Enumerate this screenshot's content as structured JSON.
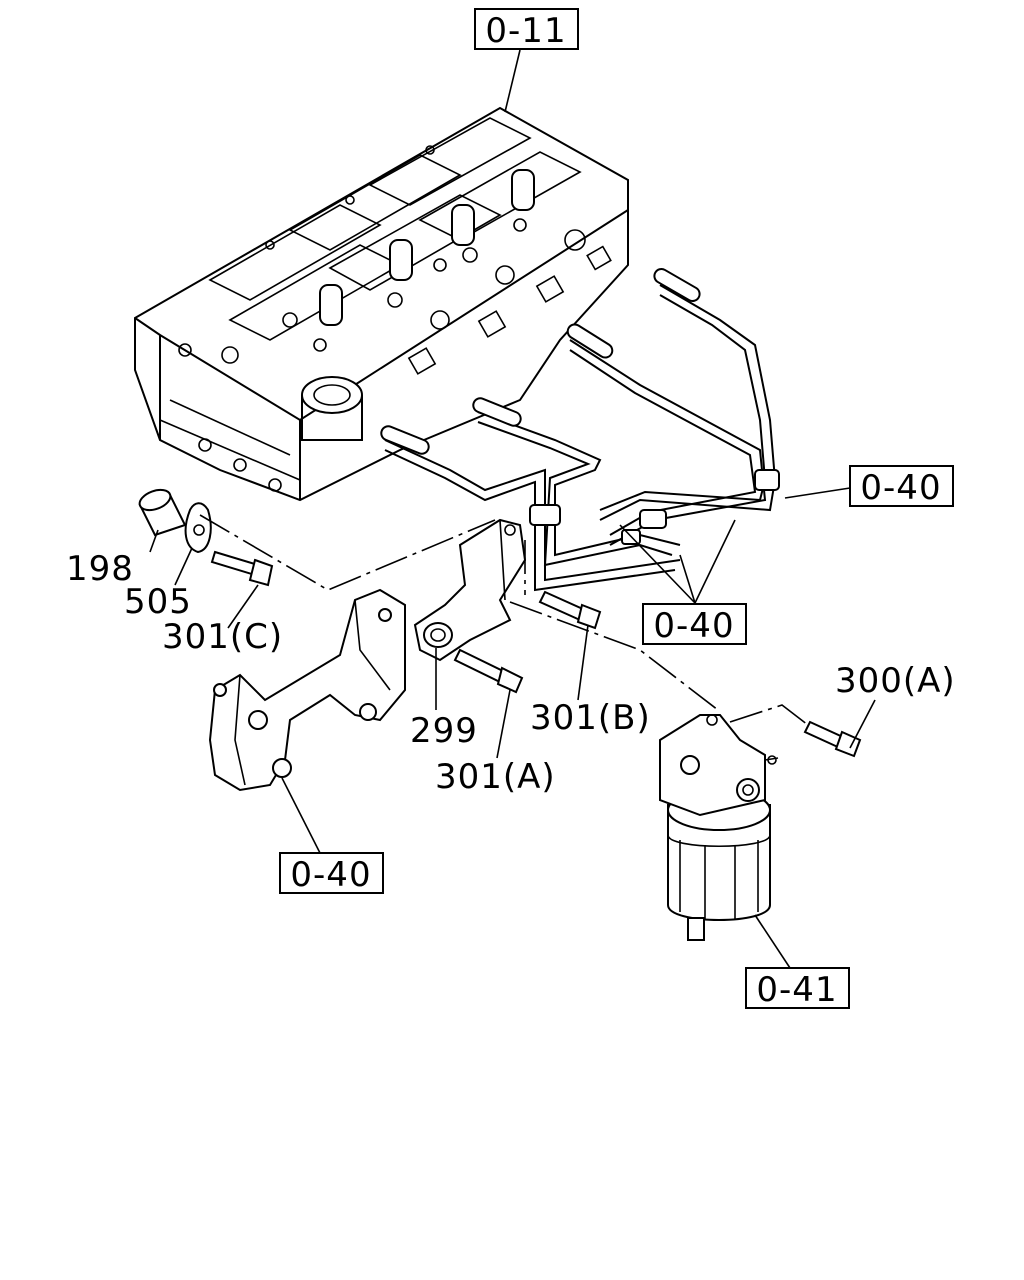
{
  "refs": {
    "ref_cylinder_head": "0-11",
    "ref_fuel_pipes_right": "0-40",
    "ref_fuel_pipes_lower": "0-40",
    "ref_bracket": "0-40",
    "ref_fuel_filter": "0-41"
  },
  "parts": {
    "p198": "198",
    "p505": "505",
    "p301c": "301(C)",
    "p299": "299",
    "p301a": "301(A)",
    "p301b": "301(B)",
    "p300a": "300(A)"
  }
}
